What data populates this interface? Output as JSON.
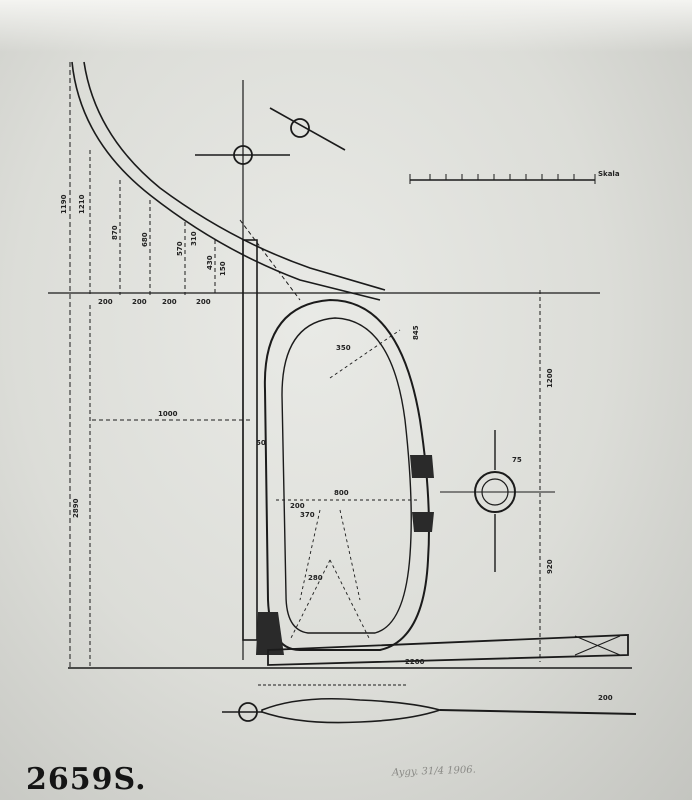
{
  "plate": {
    "number": "2659S."
  },
  "signature": "Aygy. 31/4 1906.",
  "dimensions": {
    "total_height": "2890",
    "top_left_a": "1190",
    "top_left_b": "1210",
    "rib_a": "870",
    "rib_b": "680",
    "rib_c": "570",
    "rib_d": "430",
    "rib_e": "310",
    "rib_f": "150",
    "spacing_1": "200",
    "spacing_2": "200",
    "spacing_3": "200",
    "spacing_4": "200",
    "span_1000": "1000",
    "clear_height": "1200",
    "width_800": "800",
    "base_length": "2200",
    "base_height": "920",
    "radius_350": "350",
    "base_side": "200",
    "bolt_50": "50",
    "right_845": "845",
    "right_75": "75",
    "bottom_200": "200",
    "inner_280": "280",
    "inner_370": "370",
    "scale_label": "Skala"
  }
}
